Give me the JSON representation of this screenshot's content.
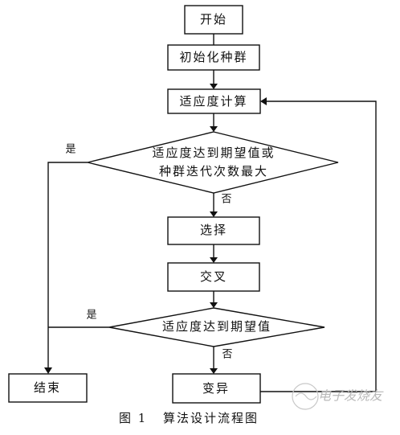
{
  "nodes": {
    "start": "开始",
    "init": "初始化种群",
    "fitness": "适应度计算",
    "decision1_line1": "适应度达到期望值或",
    "decision1_line2": "种群迭代次数最大",
    "select": "选择",
    "crossover": "交叉",
    "decision2": "适应度达到期望值",
    "end": "结束",
    "mutation": "变异"
  },
  "edges": {
    "yes1": "是",
    "no1": "否",
    "yes2": "是",
    "no2": "否"
  },
  "caption": {
    "number": "图 1",
    "title": "算法设计流程图"
  },
  "watermark": {
    "text": "电子发烧友"
  }
}
